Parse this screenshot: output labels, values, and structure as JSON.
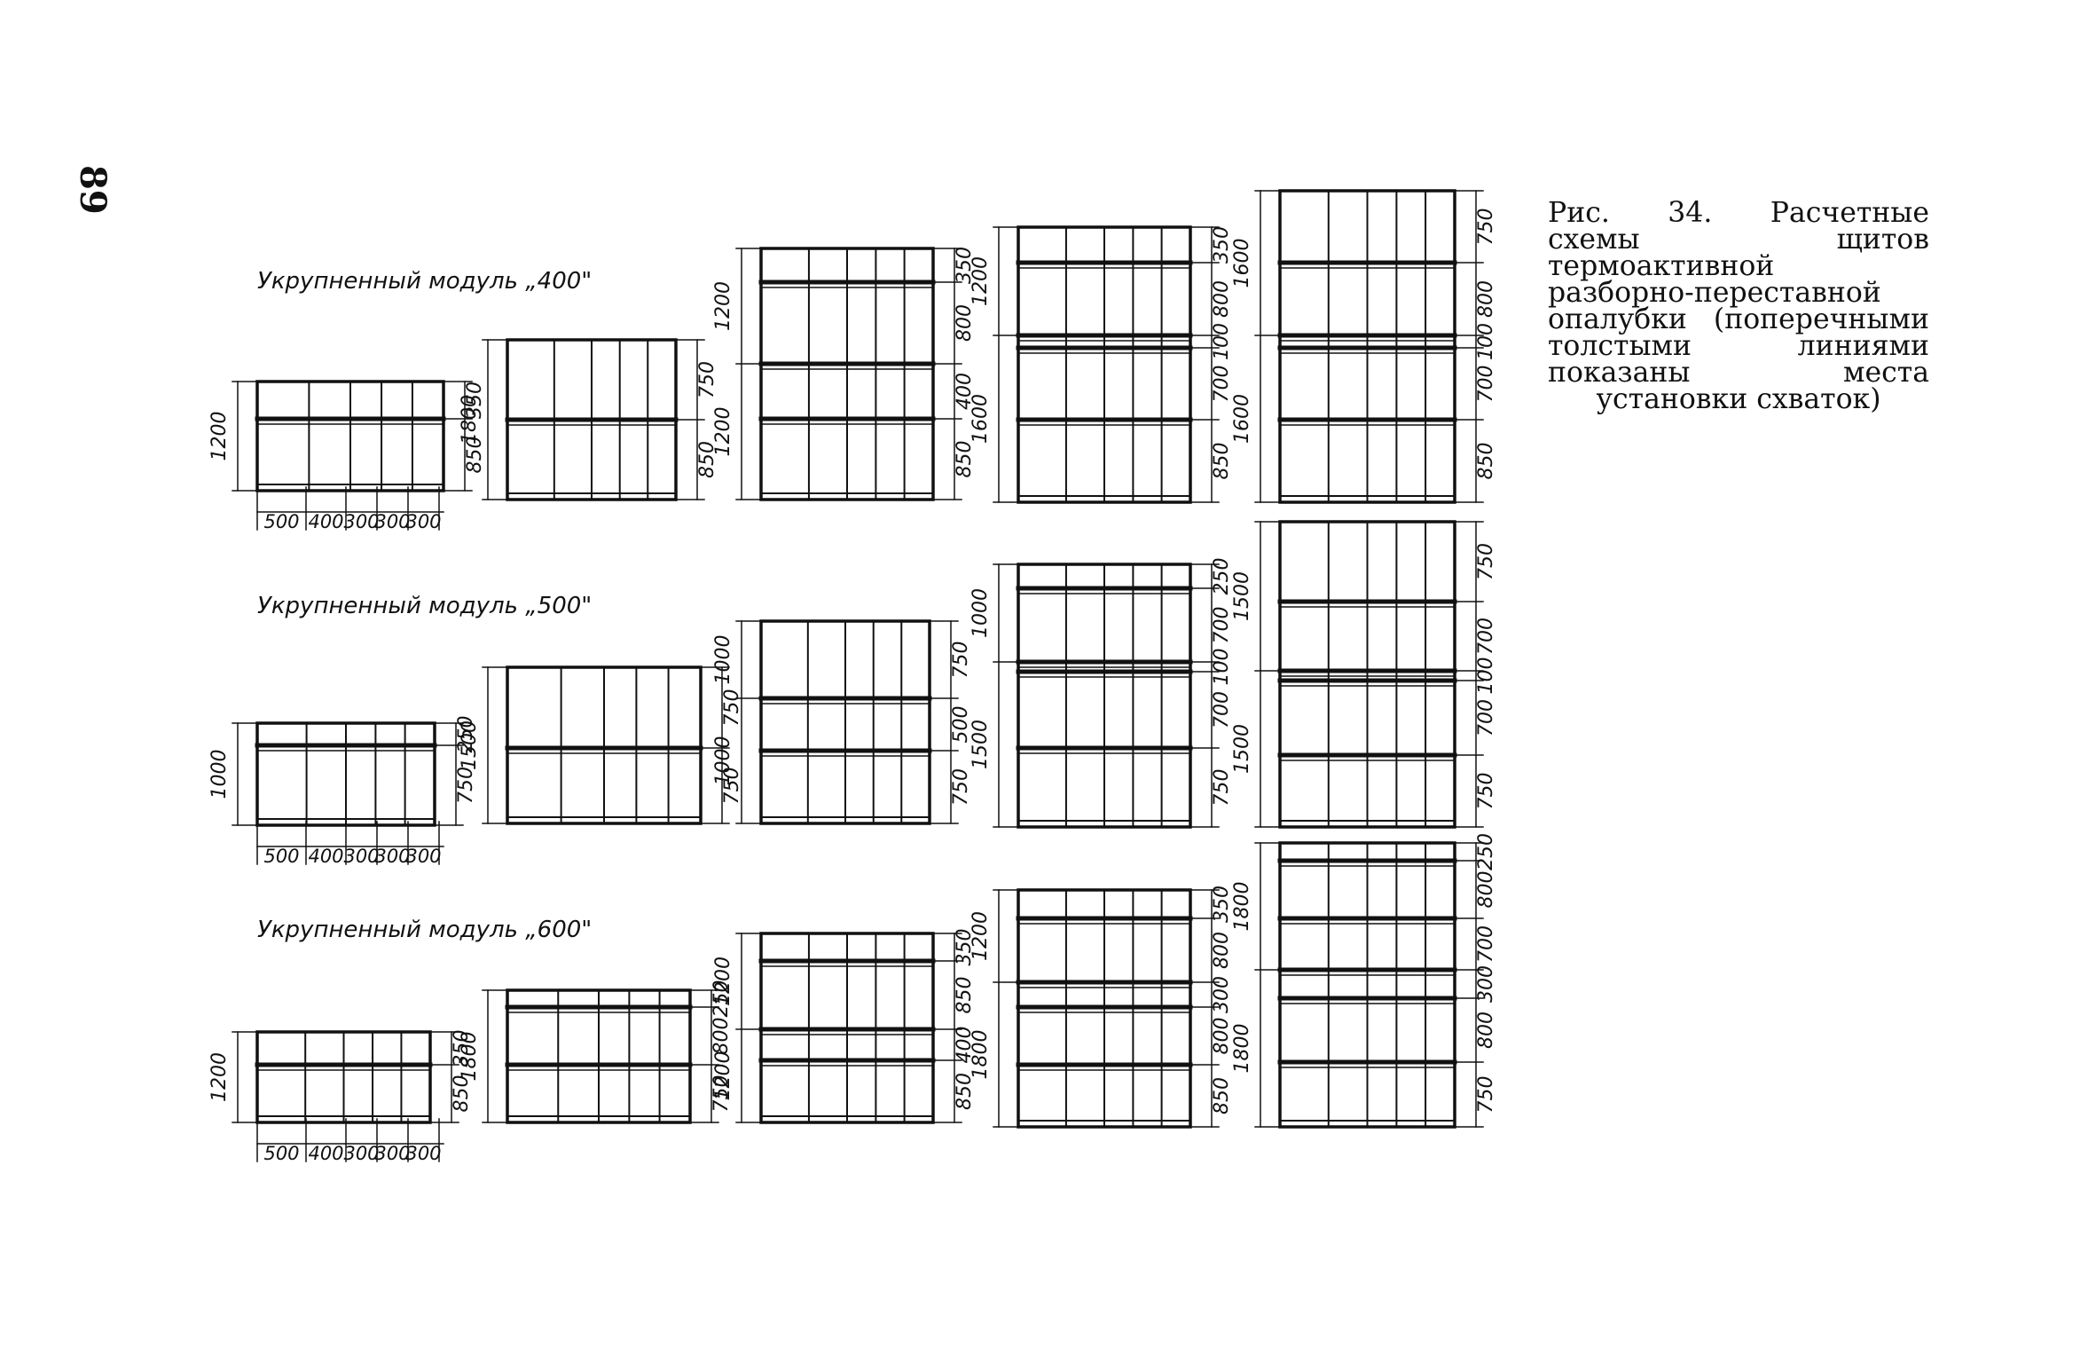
{
  "page_number": "89",
  "caption": "Рис. 34. Расчетные схемы щитов термоактивной разборно-переставной опалубки (поперечными толстыми линиями показаны места установки схваток)",
  "rows": [
    {
      "title": "Укрупненный модуль „400\"",
      "base_widths": [
        "500",
        "400",
        "300",
        "300",
        "300"
      ],
      "panels": [
        {
          "left": [
            "1200"
          ],
          "right": [
            "350",
            "850"
          ]
        },
        {
          "left": [
            "1800"
          ],
          "right": [
            "750",
            "850"
          ]
        },
        {
          "left": [
            "1200",
            "1200"
          ],
          "right": [
            "350",
            "800",
            "400",
            "850"
          ]
        },
        {
          "left": [
            "1200",
            "1600"
          ],
          "right": [
            "350",
            "800",
            "100",
            "700",
            "850"
          ]
        },
        {
          "left": [
            "1600",
            "1600"
          ],
          "right": [
            "750",
            "800",
            "100",
            "700",
            "850"
          ]
        }
      ]
    },
    {
      "title": "Укрупненный модуль „500\"",
      "base_widths": [
        "500",
        "400",
        "300",
        "300",
        "300"
      ],
      "panels": [
        {
          "left": [
            "1000"
          ],
          "right": [
            "250",
            "750"
          ]
        },
        {
          "left": [
            "1500"
          ],
          "right": [
            "750",
            "750"
          ]
        },
        {
          "left": [
            "1000",
            "1000"
          ],
          "right": [
            "750",
            "500",
            "750"
          ]
        },
        {
          "left": [
            "1000",
            "1500"
          ],
          "right": [
            "250",
            "700",
            "100",
            "700",
            "750"
          ]
        },
        {
          "left": [
            "1500",
            "1500"
          ],
          "right": [
            "750",
            "700",
            "100",
            "700",
            "750"
          ]
        }
      ]
    },
    {
      "title": "Укрупненный модуль „600\"",
      "base_widths": [
        "500",
        "400",
        "300",
        "300",
        "300"
      ],
      "panels": [
        {
          "left": [
            "1200"
          ],
          "right": [
            "350",
            "850"
          ]
        },
        {
          "left": [
            "1800"
          ],
          "right": [
            "250",
            "800",
            "750"
          ]
        },
        {
          "left": [
            "1200",
            "1200"
          ],
          "right": [
            "350",
            "850",
            "400",
            "850"
          ]
        },
        {
          "left": [
            "1200",
            "1800"
          ],
          "right": [
            "350",
            "800",
            "300",
            "800",
            "850"
          ]
        },
        {
          "left": [
            "1800",
            "1800"
          ],
          "right": [
            "250",
            "800",
            "700",
            "300",
            "800",
            "750"
          ]
        }
      ]
    }
  ]
}
